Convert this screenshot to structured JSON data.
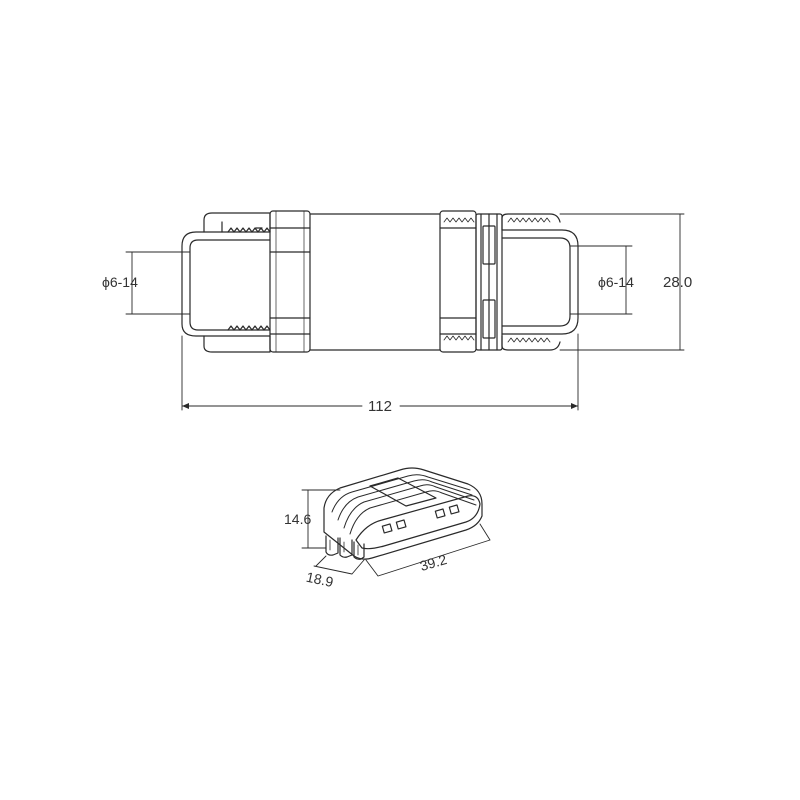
{
  "dimensions": {
    "left_cable_diameter": "ϕ6-14",
    "right_cable_diameter": "ϕ6-14",
    "outer_diameter": "28.0",
    "overall_length": "112",
    "block_height": "14.6",
    "block_depth": "18.9",
    "block_length": "39.2"
  },
  "colors": {
    "line": "#2a2a2a",
    "text": "#333333"
  }
}
